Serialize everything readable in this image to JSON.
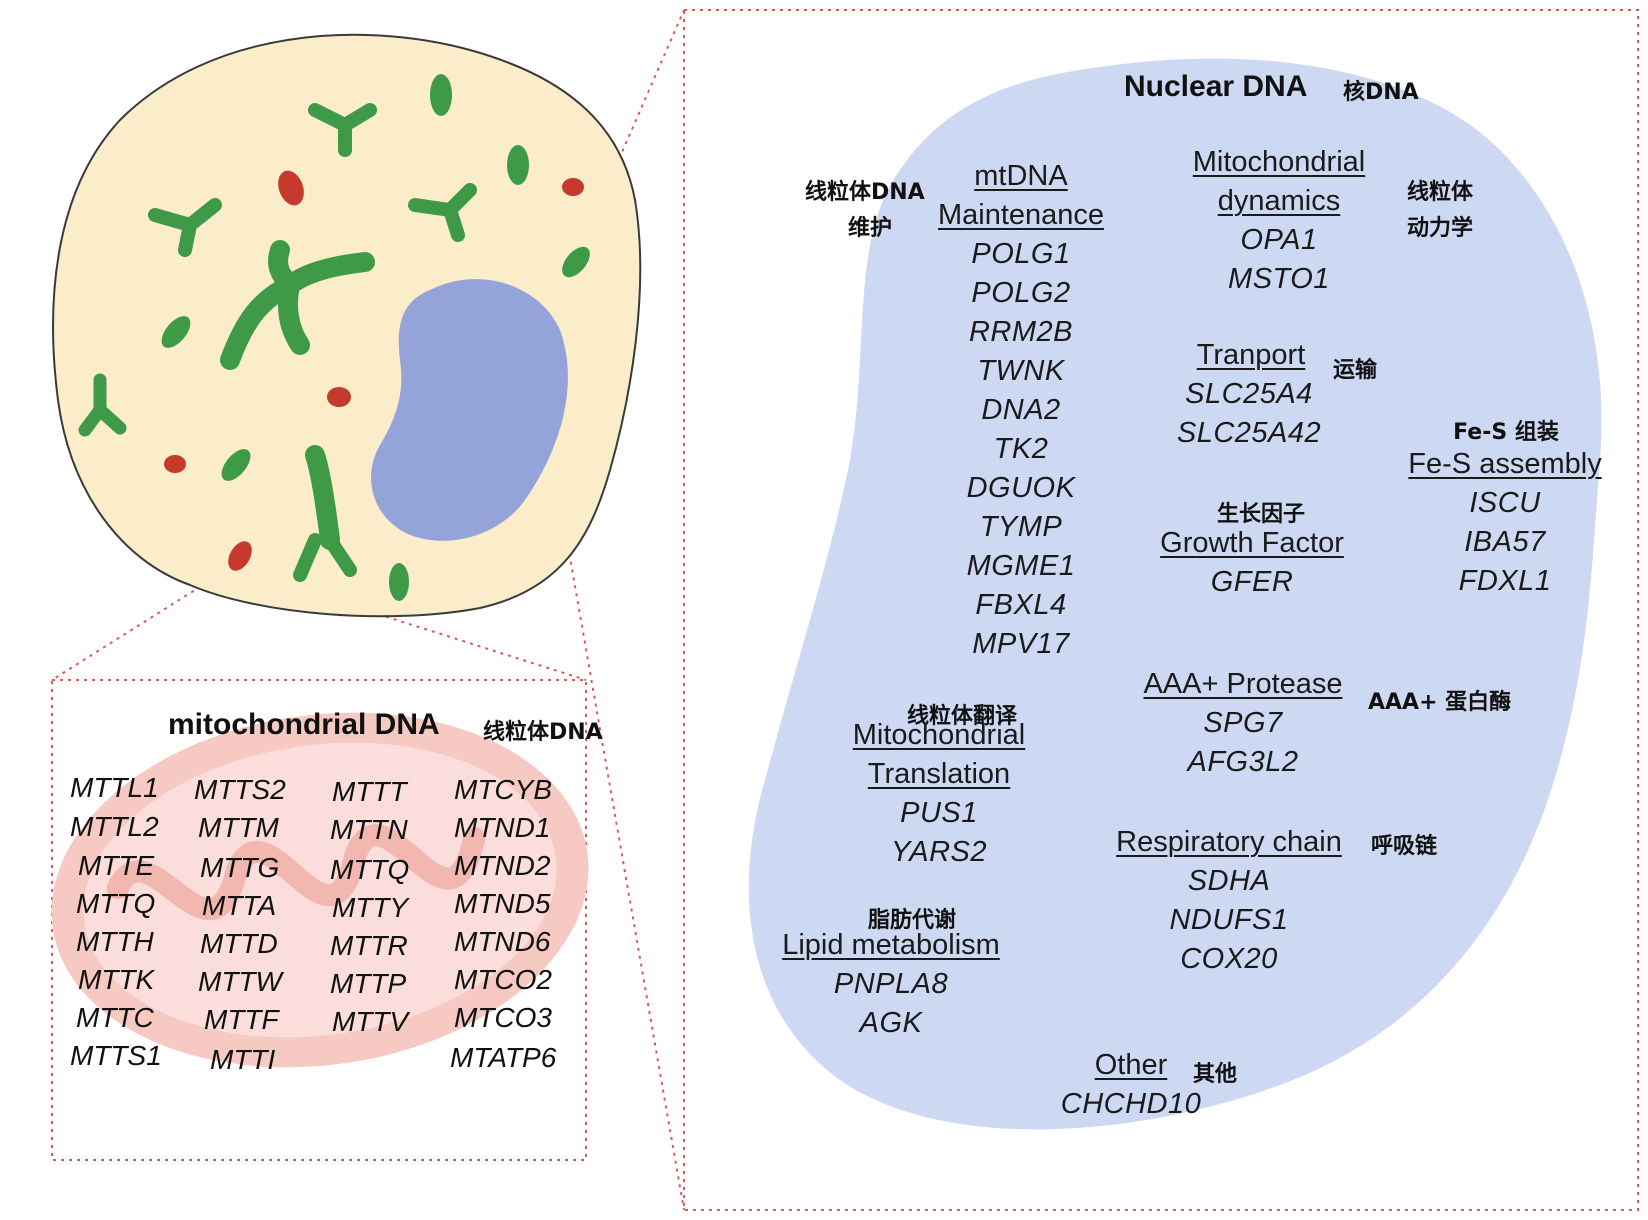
{
  "colors": {
    "cell_fill": "#fbedca",
    "cell_stroke": "#3a3a3a",
    "nucleus": "#94a4da",
    "mito_green": "#3e9a46",
    "mito_red": "#c63a2d",
    "nuclear_region": "#cdd8f3",
    "mito_region": "#f6c9c2",
    "dotted_frame": "#d95a5a"
  },
  "mito_panel": {
    "title": "mitochondrial DNA",
    "title_zh": "线粒体DNA",
    "columns": [
      [
        "MTTL1",
        "MTTL2",
        "MTTE",
        "MTTQ",
        "MTTH",
        "MTTK",
        "MTTC",
        "MTTS1"
      ],
      [
        "MTTS2",
        "MTTM",
        "MTTG",
        "MTTA",
        "MTTD",
        "MTTW",
        "MTTF",
        "MTTI"
      ],
      [
        "MTTT",
        "MTTN",
        "MTTQ",
        "MTTY",
        "MTTR",
        "MTTP",
        "MTTV"
      ],
      [
        "MTCYB",
        "MTND1",
        "MTND2",
        "MTND5",
        "MTND6",
        "MTCO2",
        "MTCO3",
        "MTATP6"
      ]
    ]
  },
  "nuclear_panel": {
    "title": "Nuclear DNA",
    "title_zh": "核DNA",
    "groups": {
      "maintenance": {
        "heading": [
          "mtDNA",
          "Maintenance"
        ],
        "zh": [
          "线粒体DNA",
          "维护"
        ],
        "genes": [
          "POLG1",
          "POLG2",
          "RRM2B",
          "TWNK",
          "DNA2",
          "TK2",
          "DGUOK",
          "TYMP",
          "MGME1",
          "FBXL4",
          "MPV17"
        ]
      },
      "dynamics": {
        "heading": [
          "Mitochondrial",
          "dynamics"
        ],
        "zh": [
          "线粒体",
          "动力学"
        ],
        "genes": [
          "OPA1",
          "MSTO1"
        ]
      },
      "transport": {
        "heading": [
          "Tranport"
        ],
        "zh": [
          "运输"
        ],
        "genes": [
          "SLC25A4",
          "SLC25A42"
        ]
      },
      "fes": {
        "heading": [
          "Fe-S assembly"
        ],
        "zh": [
          "Fe-S 组装"
        ],
        "genes": [
          "ISCU",
          "IBA57",
          "FDXL1"
        ]
      },
      "growth": {
        "heading": [
          "Growth Factor"
        ],
        "zh": [
          "生长因子"
        ],
        "genes": [
          "GFER"
        ]
      },
      "protease": {
        "heading": [
          "AAA+ Protease"
        ],
        "zh": [
          "AAA+ 蛋白酶"
        ],
        "genes": [
          "SPG7",
          "AFG3L2"
        ]
      },
      "translation": {
        "heading": [
          "Mitochondrial",
          "Translation"
        ],
        "zh": [
          "线粒体翻译"
        ],
        "genes": [
          "PUS1",
          "YARS2"
        ]
      },
      "respiratory": {
        "heading": [
          "Respiratory chain"
        ],
        "zh": [
          "呼吸链"
        ],
        "genes": [
          "SDHA",
          "NDUFS1",
          "COX20"
        ]
      },
      "lipid": {
        "heading": [
          "Lipid metabolism"
        ],
        "zh": [
          "脂肪代谢"
        ],
        "genes": [
          "PNPLA8",
          "AGK"
        ]
      },
      "other": {
        "heading": [
          "Other"
        ],
        "zh": [
          "其他"
        ],
        "genes": [
          "CHCHD10"
        ]
      }
    }
  }
}
